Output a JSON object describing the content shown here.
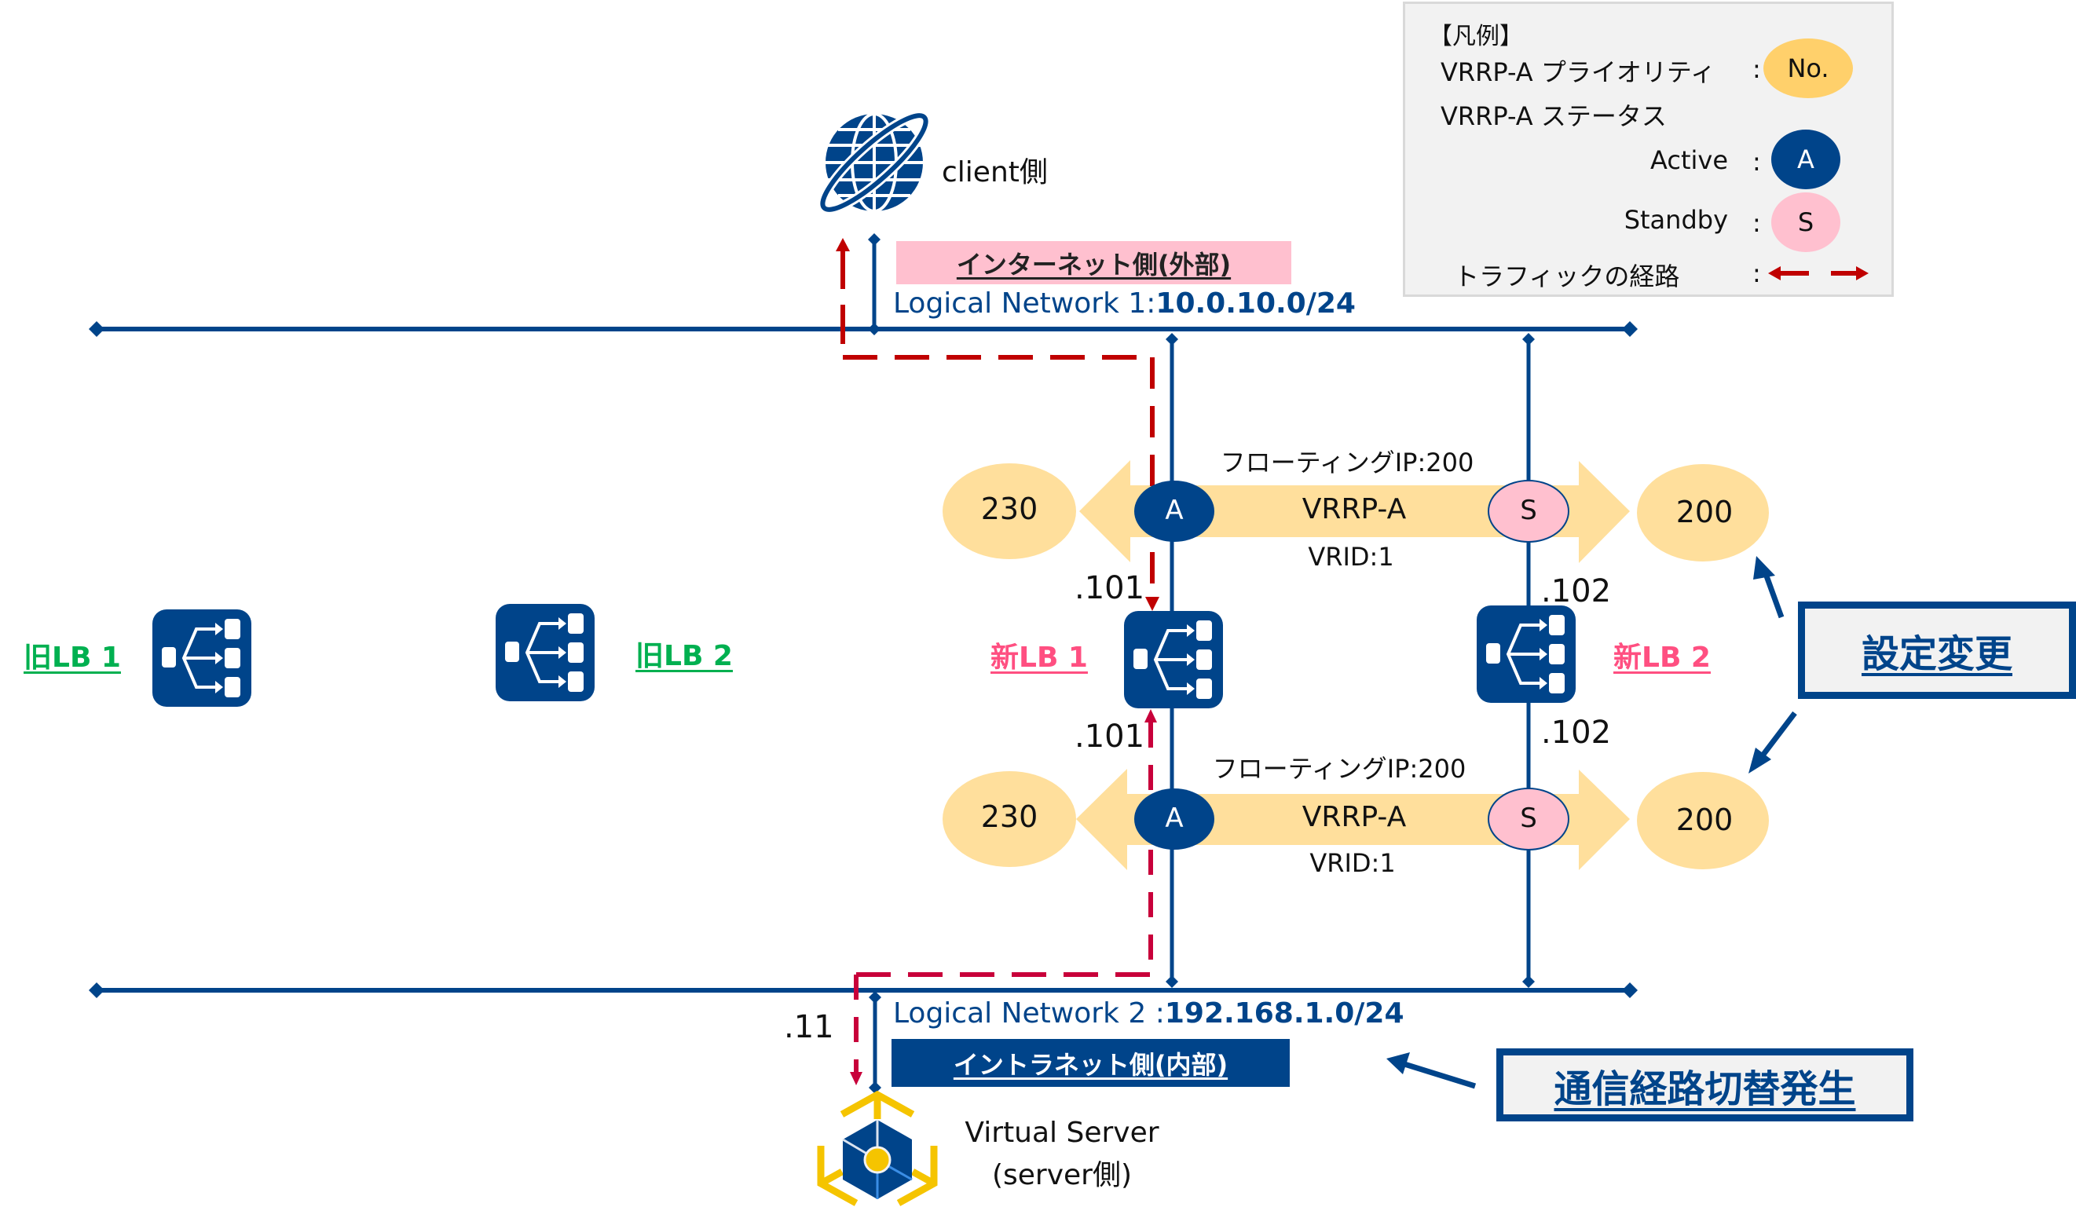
{
  "legend": {
    "title": "【凡例】",
    "priority_label": "VRRP-A プライオリティ",
    "priority_badge": "No.",
    "status_label": "VRRP-A ステータス",
    "active_label": "Active",
    "active_badge": "A",
    "standby_label": "Standby",
    "standby_badge": "S",
    "traffic_label": "トラフィックの経路",
    "colon": ":"
  },
  "client": {
    "label": "client側",
    "icon": "globe-icon"
  },
  "internet_side": {
    "label": "インターネット側(外部)"
  },
  "network1": {
    "prefix": "Logical Network 1:",
    "subnet": "10.0.10.0/24"
  },
  "network2": {
    "prefix": "Logical Network 2 :",
    "subnet": "192.168.1.0/24"
  },
  "intranet_side": {
    "label": "イントラネット側(内部)"
  },
  "server": {
    "label_line1": "Virtual Server",
    "label_line2": "(server側)",
    "ip_suffix": ".11",
    "icon": "virtual-server-icon"
  },
  "load_balancers": {
    "old_lb1": {
      "label": "旧LB 1",
      "icon": "load-balancer-icon"
    },
    "old_lb2": {
      "label": "旧LB 2",
      "icon": "load-balancer-icon"
    },
    "new_lb1": {
      "label": "新LB 1",
      "icon": "load-balancer-icon",
      "ip_upper": ".101",
      "ip_lower": ".101"
    },
    "new_lb2": {
      "label": "新LB 2",
      "icon": "load-balancer-icon",
      "ip_upper": ".102",
      "ip_lower": ".102"
    }
  },
  "vrrp_upper": {
    "floating_ip": "フローティングIP:200",
    "name": "VRRP-A",
    "vrid": "VRID:1",
    "lb1_priority": "230",
    "lb2_priority": "200",
    "lb1_status": "A",
    "lb2_status": "S"
  },
  "vrrp_lower": {
    "floating_ip": "フローティングIP:200",
    "name": "VRRP-A",
    "vrid": "VRID:1",
    "lb1_priority": "230",
    "lb2_priority": "200",
    "lb1_status": "A",
    "lb2_status": "S"
  },
  "callouts": {
    "config_change": "設定変更",
    "route_switch": "通信経路切替発生"
  },
  "colors": {
    "navy": "#00448a",
    "priority_fill": "#ffdf9c",
    "standby_fill": "#ffc0cf",
    "traffic_red": "#c00000",
    "traffic_crimson": "#c8003a",
    "old_lb_green": "#00b050",
    "new_lb_pink": "#ff4f81",
    "server_gold": "#f5c400"
  }
}
